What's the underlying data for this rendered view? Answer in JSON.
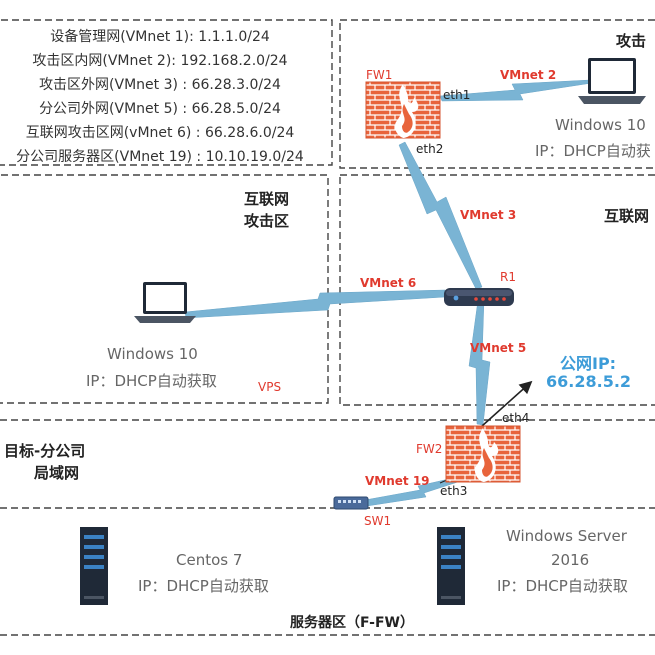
{
  "legend": {
    "lines": [
      "设备管理网(VMnet 1): 1.1.1.0/24",
      "攻击区内网(VMnet 2): 192.168.2.0/24",
      "攻击区外网(VMnet 3) : 66.28.3.0/24",
      "分公司外网(VMnet 5) : 66.28.5.0/24",
      "互联网攻击区网(vMnet 6) : 66.28.6.0/24",
      "分公司服务器区(VMnet 19) : 10.10.19.0/24"
    ]
  },
  "zones": {
    "attack_top": "攻击",
    "internet_attack_line1": "互联网",
    "internet_attack_line2": "攻击区",
    "internet": "互联网",
    "branch_line1": "目标-分公司",
    "branch_line2": "局域网",
    "server": "服务器区（F-FW）"
  },
  "devices": {
    "fw1": "FW1",
    "fw2": "FW2",
    "r1": "R1",
    "sw1": "SW1",
    "vps": "VPS"
  },
  "ports": {
    "fw1_eth1": "eth1",
    "fw1_eth2": "eth2",
    "fw2_eth4": "eth4",
    "fw2_eth3": "eth3"
  },
  "links": {
    "vmnet2": "VMnet 2",
    "vmnet3": "VMnet 3",
    "vmnet6": "VMnet 6",
    "vmnet5": "VMnet 5",
    "vmnet19": "VMnet 19"
  },
  "public_ip": {
    "label": "公网IP:",
    "value": "66.28.5.2"
  },
  "hosts": {
    "attacker_win": {
      "name": "Windows 10",
      "ip": "IP：DHCP自动获"
    },
    "vps_win": {
      "name": "Windows 10",
      "ip": "IP：DHCP自动获取"
    },
    "centos": {
      "name": "Centos 7",
      "ip": "IP：DHCP自动获取"
    },
    "winserver": {
      "name1": "Windows Server",
      "name2": "2016",
      "ip": "IP：DHCP自动获取"
    }
  },
  "colors": {
    "dash": "#444444",
    "link": "#7ab4d4",
    "label_red": "#e03a2e",
    "public_ip": "#3d9cd8",
    "firewall": "#e8643c"
  }
}
